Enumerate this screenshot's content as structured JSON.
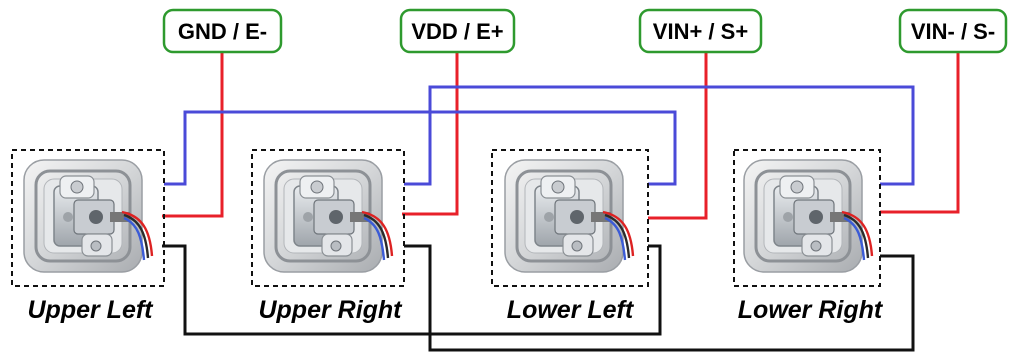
{
  "terminals": {
    "gnd": "GND / E-",
    "vdd": "VDD / E+",
    "vin_plus": "VIN+ / S+",
    "vin_minus": "VIN- / S-"
  },
  "load_cells": {
    "upper_left": "Upper Left",
    "upper_right": "Upper Right",
    "lower_left": "Lower Left",
    "lower_right": "Lower Right"
  },
  "colors": {
    "red_wire": "#e8202a",
    "blue_wire": "#4a4ad8",
    "black_wire": "#111111",
    "terminal_border": "#2e9a2e"
  },
  "icons": [
    "load-cell-icon"
  ]
}
